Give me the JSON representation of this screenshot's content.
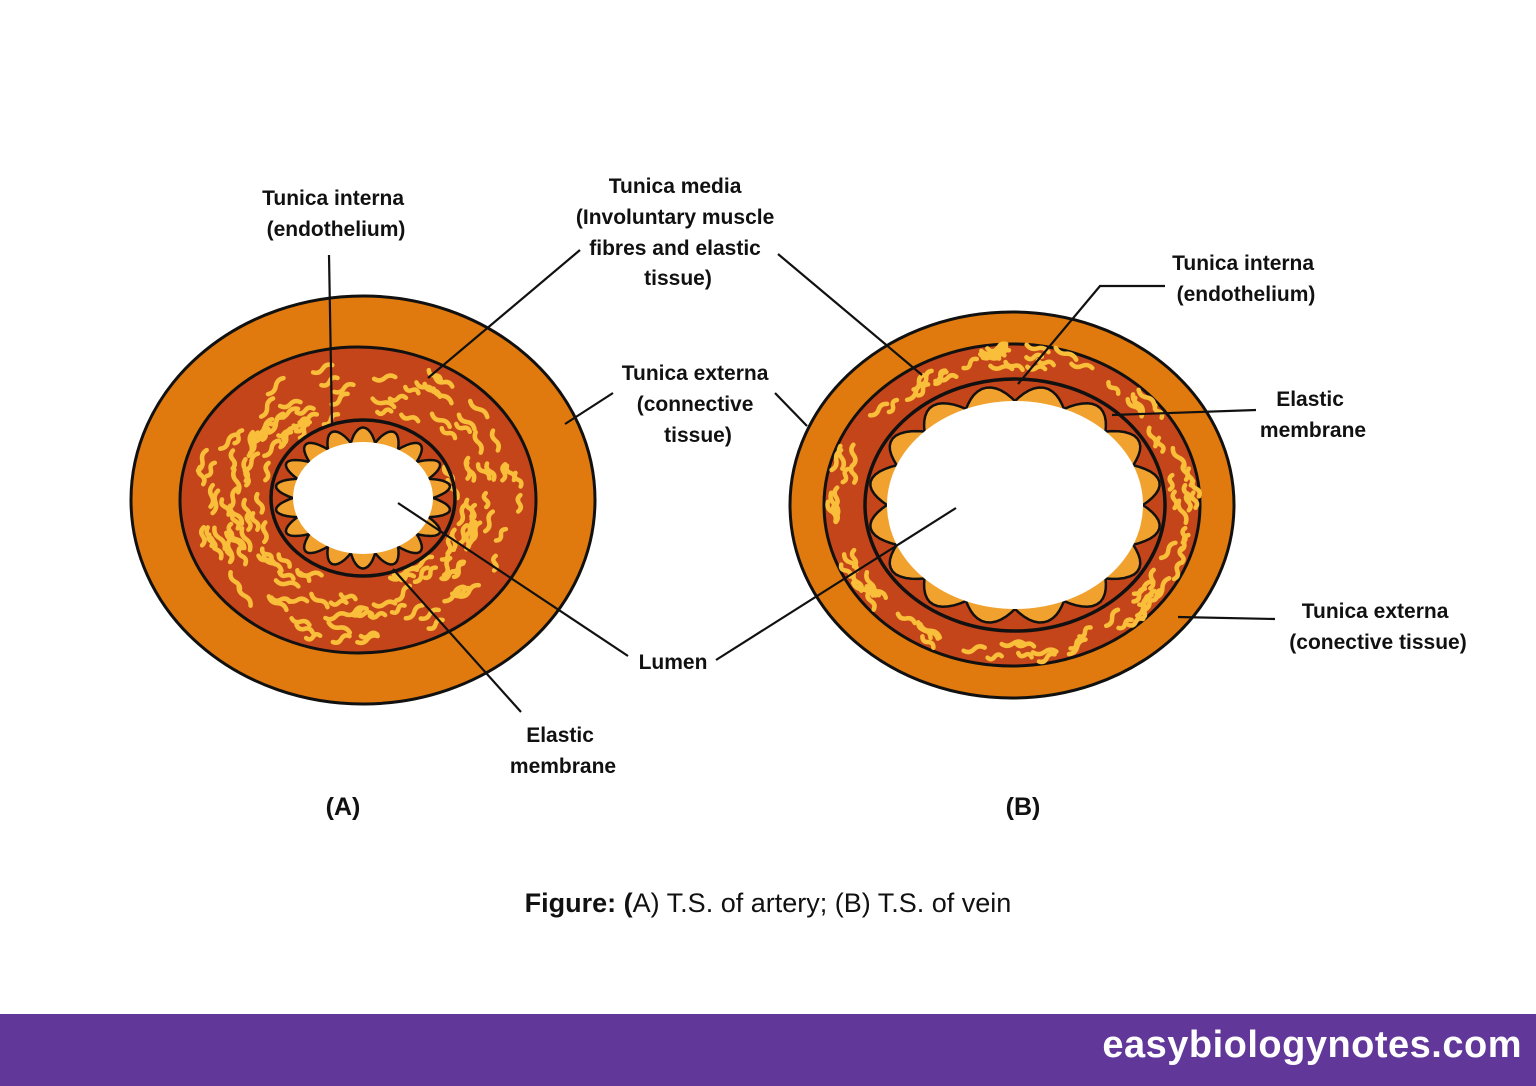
{
  "colors": {
    "externa": "#E07A0E",
    "media": "#C5451A",
    "fibre": "#F9BE3A",
    "internaBump": "#F1A22E",
    "lumen": "#FFFFFF",
    "footer": "#62379A",
    "footerText": "#FFFFFF"
  },
  "artery": {
    "panel_label": "(A)",
    "labels": {
      "tunica_interna": [
        "Tunica interna",
        "(endothelium)"
      ],
      "tunica_media": [
        "Tunica media",
        "(Involuntary muscle",
        "fibres and elastic",
        "tissue)"
      ],
      "tunica_externa": [
        "Tunica externa",
        "(connective",
        "tissue)"
      ],
      "elastic_membrane": [
        "Elastic",
        "membrane"
      ]
    }
  },
  "shared": {
    "lumen_label": "Lumen"
  },
  "vein": {
    "panel_label": "(B)",
    "labels": {
      "tunica_interna": [
        "Tunica interna",
        "(endothelium)"
      ],
      "elastic_membrane": [
        "Elastic",
        "membrane"
      ],
      "tunica_externa": [
        "Tunica externa",
        "(conective tissue)"
      ]
    }
  },
  "caption": {
    "bold": "Figure: (",
    "rest": "A) T.S. of artery; (B) T.S. of vein"
  },
  "footer": {
    "site": "easybiologynotes.com"
  }
}
